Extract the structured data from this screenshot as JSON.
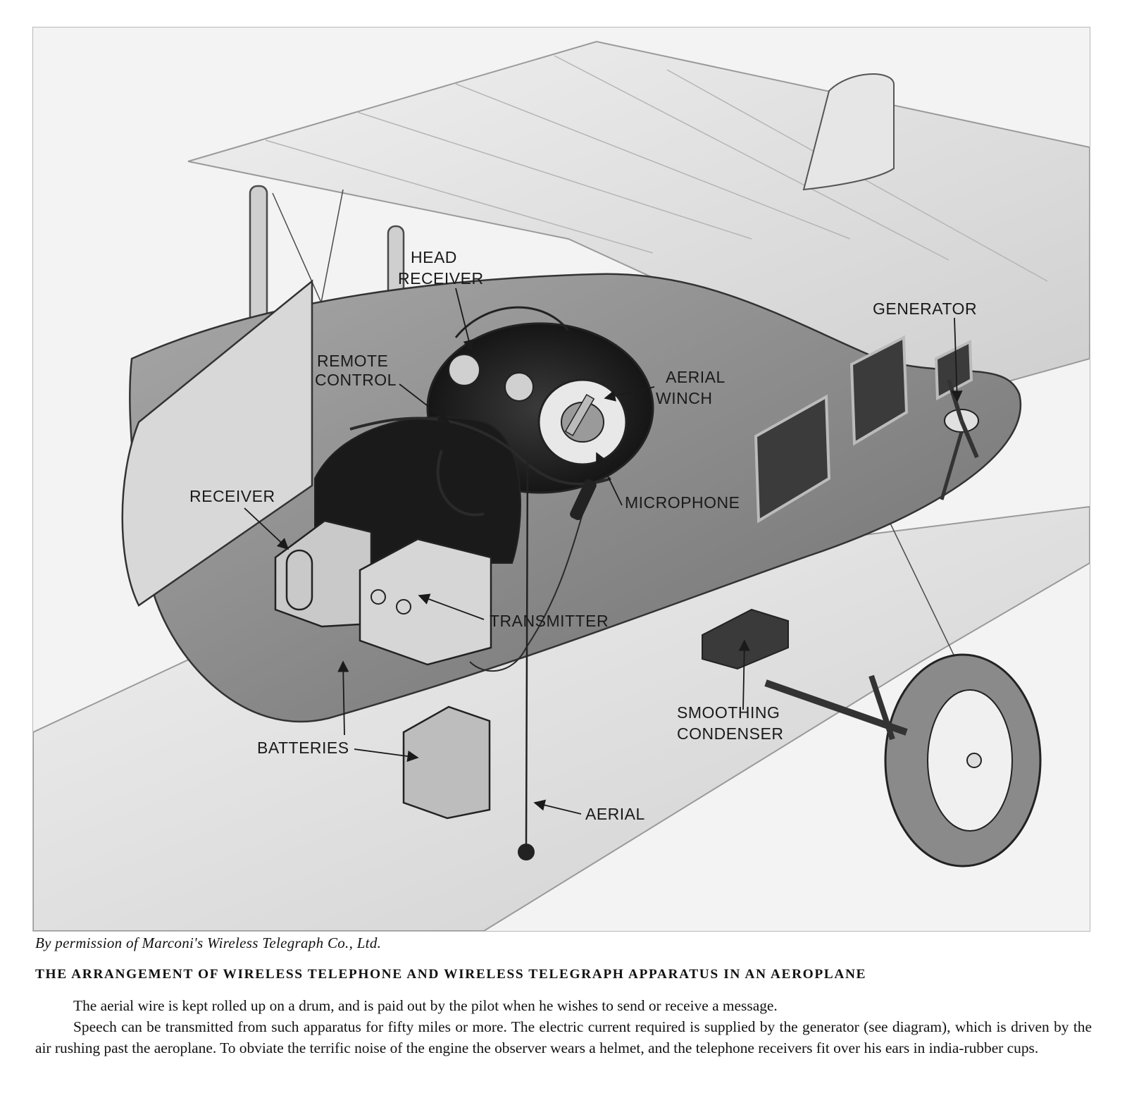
{
  "diagram": {
    "labels": {
      "head_receiver_1": "HEAD",
      "head_receiver_2": "RECEIVER",
      "generator": "GENERATOR",
      "remote_control_1": "REMOTE",
      "remote_control_2": "CONTROL",
      "aerial_winch_1": "AERIAL",
      "aerial_winch_2": "WINCH",
      "receiver": "RECEIVER",
      "microphone": "MICROPHONE",
      "transmitter": "TRANSMITTER",
      "smoothing_condenser_1": "SMOOTHING",
      "smoothing_condenser_2": "CONDENSER",
      "batteries": "BATTERIES",
      "aerial": "AERIAL"
    }
  },
  "caption": {
    "credit": "By permission of Marconi's Wireless Telegraph Co., Ltd.",
    "headline": "THE ARRANGEMENT OF WIRELESS TELEPHONE AND WIRELESS TELEGRAPH APPARATUS IN AN AEROPLANE",
    "paragraph_1": "The aerial wire is kept rolled up on a drum, and is paid out by the pilot when he wishes to send or receive a message.",
    "paragraph_2": "Speech can be transmitted from such apparatus for fifty miles or more.   The electric current required is supplied by the generator (see diagram), which is driven by the air rushing past the aeroplane.   To obviate the terrific noise of the engine the observer wears a helmet, and the telephone receivers fit over his ears in india-rubber cups."
  },
  "colors": {
    "background": "#f3f3f3",
    "fuselage": "#8f8f8f",
    "shadow": "#242424",
    "wing": "#dedede"
  }
}
